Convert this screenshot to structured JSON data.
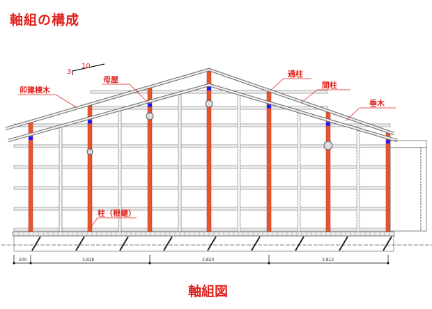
{
  "title": "軸組の構成",
  "caption": "軸組図",
  "slope": {
    "rise": "3",
    "run": "10"
  },
  "labels": {
    "ridge_rafter": "卯建棟木",
    "purlin": "母屋",
    "through_column": "通柱",
    "stud": "間柱",
    "rafter": "垂木",
    "column_base": "柱（根継）"
  },
  "dimensions": [
    "500",
    "3,818",
    "3,820",
    "3,812"
  ],
  "colors": {
    "column": "#e8552a",
    "label": "#e0201c",
    "joint": "#1a1aff"
  }
}
